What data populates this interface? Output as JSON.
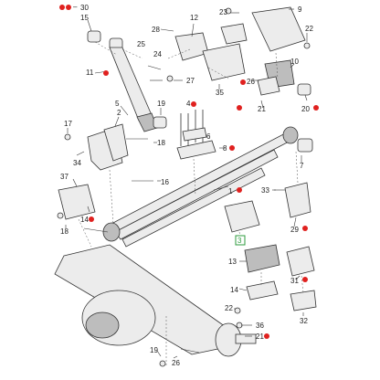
{
  "legend": {
    "dot_color": "#e0211f",
    "dot_count": "2",
    "number": "30"
  },
  "highlight_color": "#2e9b3e",
  "callouts": [
    {
      "id": "p15",
      "text": "15"
    },
    {
      "id": "p12",
      "text": "12"
    },
    {
      "id": "p23",
      "text": "23"
    },
    {
      "id": "p9",
      "text": "9"
    },
    {
      "id": "p28",
      "text": "28"
    },
    {
      "id": "p22a",
      "text": "22"
    },
    {
      "id": "p10",
      "text": "10"
    },
    {
      "id": "p25",
      "text": "25"
    },
    {
      "id": "p24",
      "text": "24"
    },
    {
      "id": "p11",
      "text": "11"
    },
    {
      "id": "p27",
      "text": "27"
    },
    {
      "id": "p35",
      "text": "35"
    },
    {
      "id": "p26a",
      "text": "26"
    },
    {
      "id": "p5",
      "text": "5"
    },
    {
      "id": "p19",
      "text": "19"
    },
    {
      "id": "p21a",
      "text": "21"
    },
    {
      "id": "p20",
      "text": "20"
    },
    {
      "id": "p4",
      "text": "4"
    },
    {
      "id": "p17",
      "text": "17"
    },
    {
      "id": "p2",
      "text": "2"
    },
    {
      "id": "p18a",
      "text": "18"
    },
    {
      "id": "p34",
      "text": "34"
    },
    {
      "id": "p8",
      "text": "8"
    },
    {
      "id": "p6",
      "text": "6"
    },
    {
      "id": "p7",
      "text": "7"
    },
    {
      "id": "p16",
      "text": "16"
    },
    {
      "id": "p37",
      "text": "37"
    },
    {
      "id": "p1",
      "text": "1"
    },
    {
      "id": "p33",
      "text": "33"
    },
    {
      "id": "p14a",
      "text": "14"
    },
    {
      "id": "p3",
      "text": "3"
    },
    {
      "id": "p29",
      "text": "29"
    },
    {
      "id": "p18b",
      "text": "18"
    },
    {
      "id": "p13",
      "text": "13"
    },
    {
      "id": "p31",
      "text": "31"
    },
    {
      "id": "p14b",
      "text": "14"
    },
    {
      "id": "p22b",
      "text": "22"
    },
    {
      "id": "p32",
      "text": "32"
    },
    {
      "id": "p36",
      "text": "36"
    },
    {
      "id": "p21b",
      "text": "21"
    },
    {
      "id": "p19b",
      "text": "19"
    },
    {
      "id": "p26b",
      "text": "26"
    }
  ]
}
